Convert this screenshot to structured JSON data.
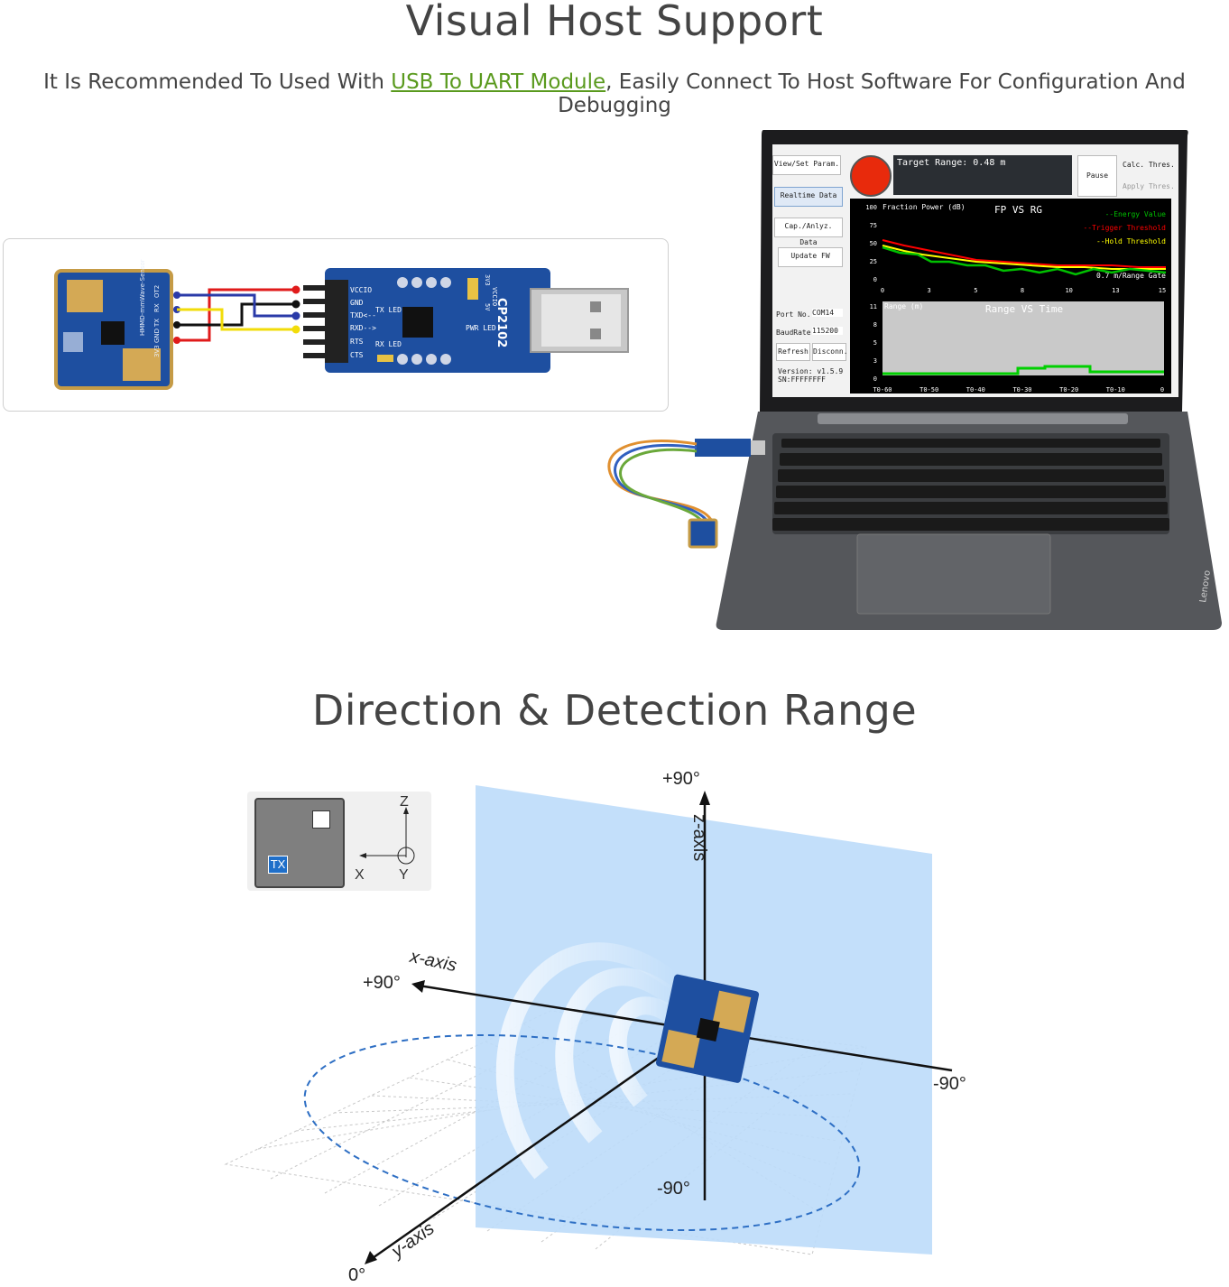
{
  "header": {
    "title": "Visual Host Support",
    "subtitle_before": "It Is Recommended To Used With ",
    "subtitle_link": "USB To UART Module",
    "subtitle_after": ", Easily Connect To Host Software For Configuration And Debugging"
  },
  "wiring": {
    "sensor_label": "HMMD-mmWave-Sensor",
    "sensor_pins": [
      "OT2",
      "RX",
      "TX",
      "GND",
      "3V3"
    ],
    "module_chip": "CP2102",
    "module_pins": [
      "VCCIO",
      "GND",
      "TXD<--",
      "RXD-->",
      "RTS",
      "CTS"
    ],
    "module_labels": [
      "TX LED",
      "RX LED",
      "PWR LED",
      "3V3",
      "VCCIO",
      "5V"
    ]
  },
  "host_software": {
    "buttons": {
      "view_set": "View/Set Param.",
      "realtime": "Realtime Data",
      "cap_anlyz": "Cap./Anlyz. Data",
      "update_fw": "Update FW",
      "refresh": "Refresh",
      "disconn": "Disconn.",
      "pause": "Pause",
      "calc_thres": "Calc. Thres.",
      "apply_thres": "Apply Thres."
    },
    "target_range": "Target Range: 0.48 m",
    "port_label": "Port No.",
    "port_value": "COM14",
    "baud_label": "BaudRate",
    "baud_value": "115200",
    "version": "Version: v1.5.9",
    "sn": "SN:FFFFFFFF",
    "chart1": {
      "title": "FP VS RG",
      "ylabel": "Fraction Power (dB)",
      "yticks": [
        "100",
        "75",
        "50",
        "25",
        "0"
      ],
      "xticks": [
        "0",
        "3",
        "5",
        "8",
        "10",
        "13",
        "15"
      ],
      "legend": [
        "--Energy Value",
        "--Trigger Threshold",
        "--Hold Threshold"
      ],
      "range_rate": "0.7 m/Range Gate"
    },
    "chart2": {
      "title": "Range VS Time",
      "ylabel": "Range (m)",
      "yticks": [
        "11",
        "8",
        "5",
        "3",
        "0"
      ],
      "xticks": [
        "T0-60",
        "T0-50",
        "T0-40",
        "T0-30",
        "T0-20",
        "T0-10",
        "0"
      ]
    },
    "laptop_brand": "Lenovo",
    "colors": {
      "energy": "#00c000",
      "trigger": "#ff0000",
      "hold": "#ffff00",
      "rec": "#e82a0c"
    }
  },
  "direction": {
    "title": "Direction & Detection Range",
    "legend_tx": "TX",
    "legend_z": "Z",
    "legend_x": "X",
    "legend_y": "Y",
    "z_axis": "z-axis",
    "x_axis": "x-axis",
    "y_axis": "y-axis",
    "z_top": "+90°",
    "z_bottom": "-90°",
    "x_left": "+90°",
    "x_right": "-90°",
    "y_zero": "0°"
  }
}
